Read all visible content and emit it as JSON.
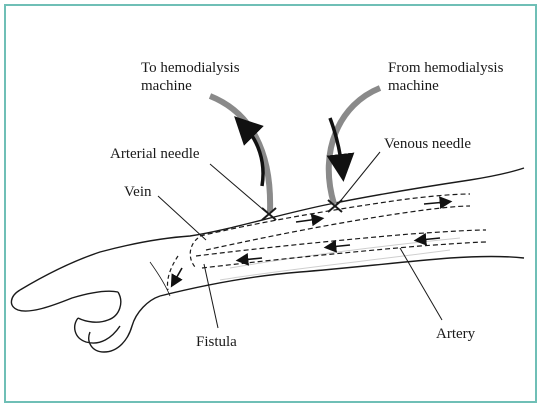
{
  "labels": {
    "to_machine_line1": "To hemodialysis",
    "to_machine_line2": "machine",
    "from_machine_line1": "From hemodialysis",
    "from_machine_line2": "machine",
    "arterial_needle": "Arterial needle",
    "venous_needle": "Venous needle",
    "vein": "Vein",
    "fistula": "Fistula",
    "artery": "Artery"
  },
  "colors": {
    "frame": "#6fbfb6",
    "line": "#1a1a1a",
    "tube": "#8a8a8a",
    "skin_shade": "#cfcfcf"
  }
}
